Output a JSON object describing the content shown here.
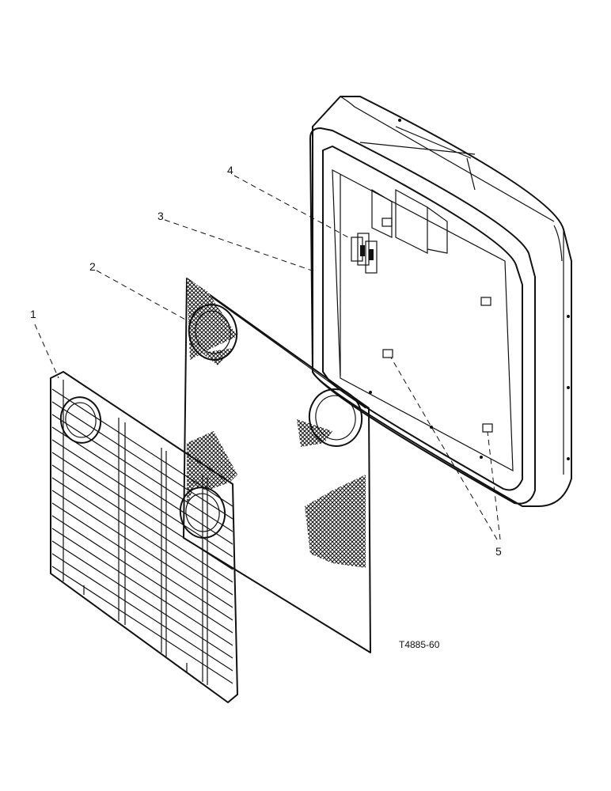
{
  "callouts": [
    {
      "label": "1",
      "part": "grille"
    },
    {
      "label": "2",
      "part": "screen"
    },
    {
      "label": "3",
      "part": "grille-frame"
    },
    {
      "label": "4",
      "part": "emblem"
    },
    {
      "label": "5",
      "part": "mounting-clips"
    }
  ],
  "drawing_reference": "T4885-60"
}
